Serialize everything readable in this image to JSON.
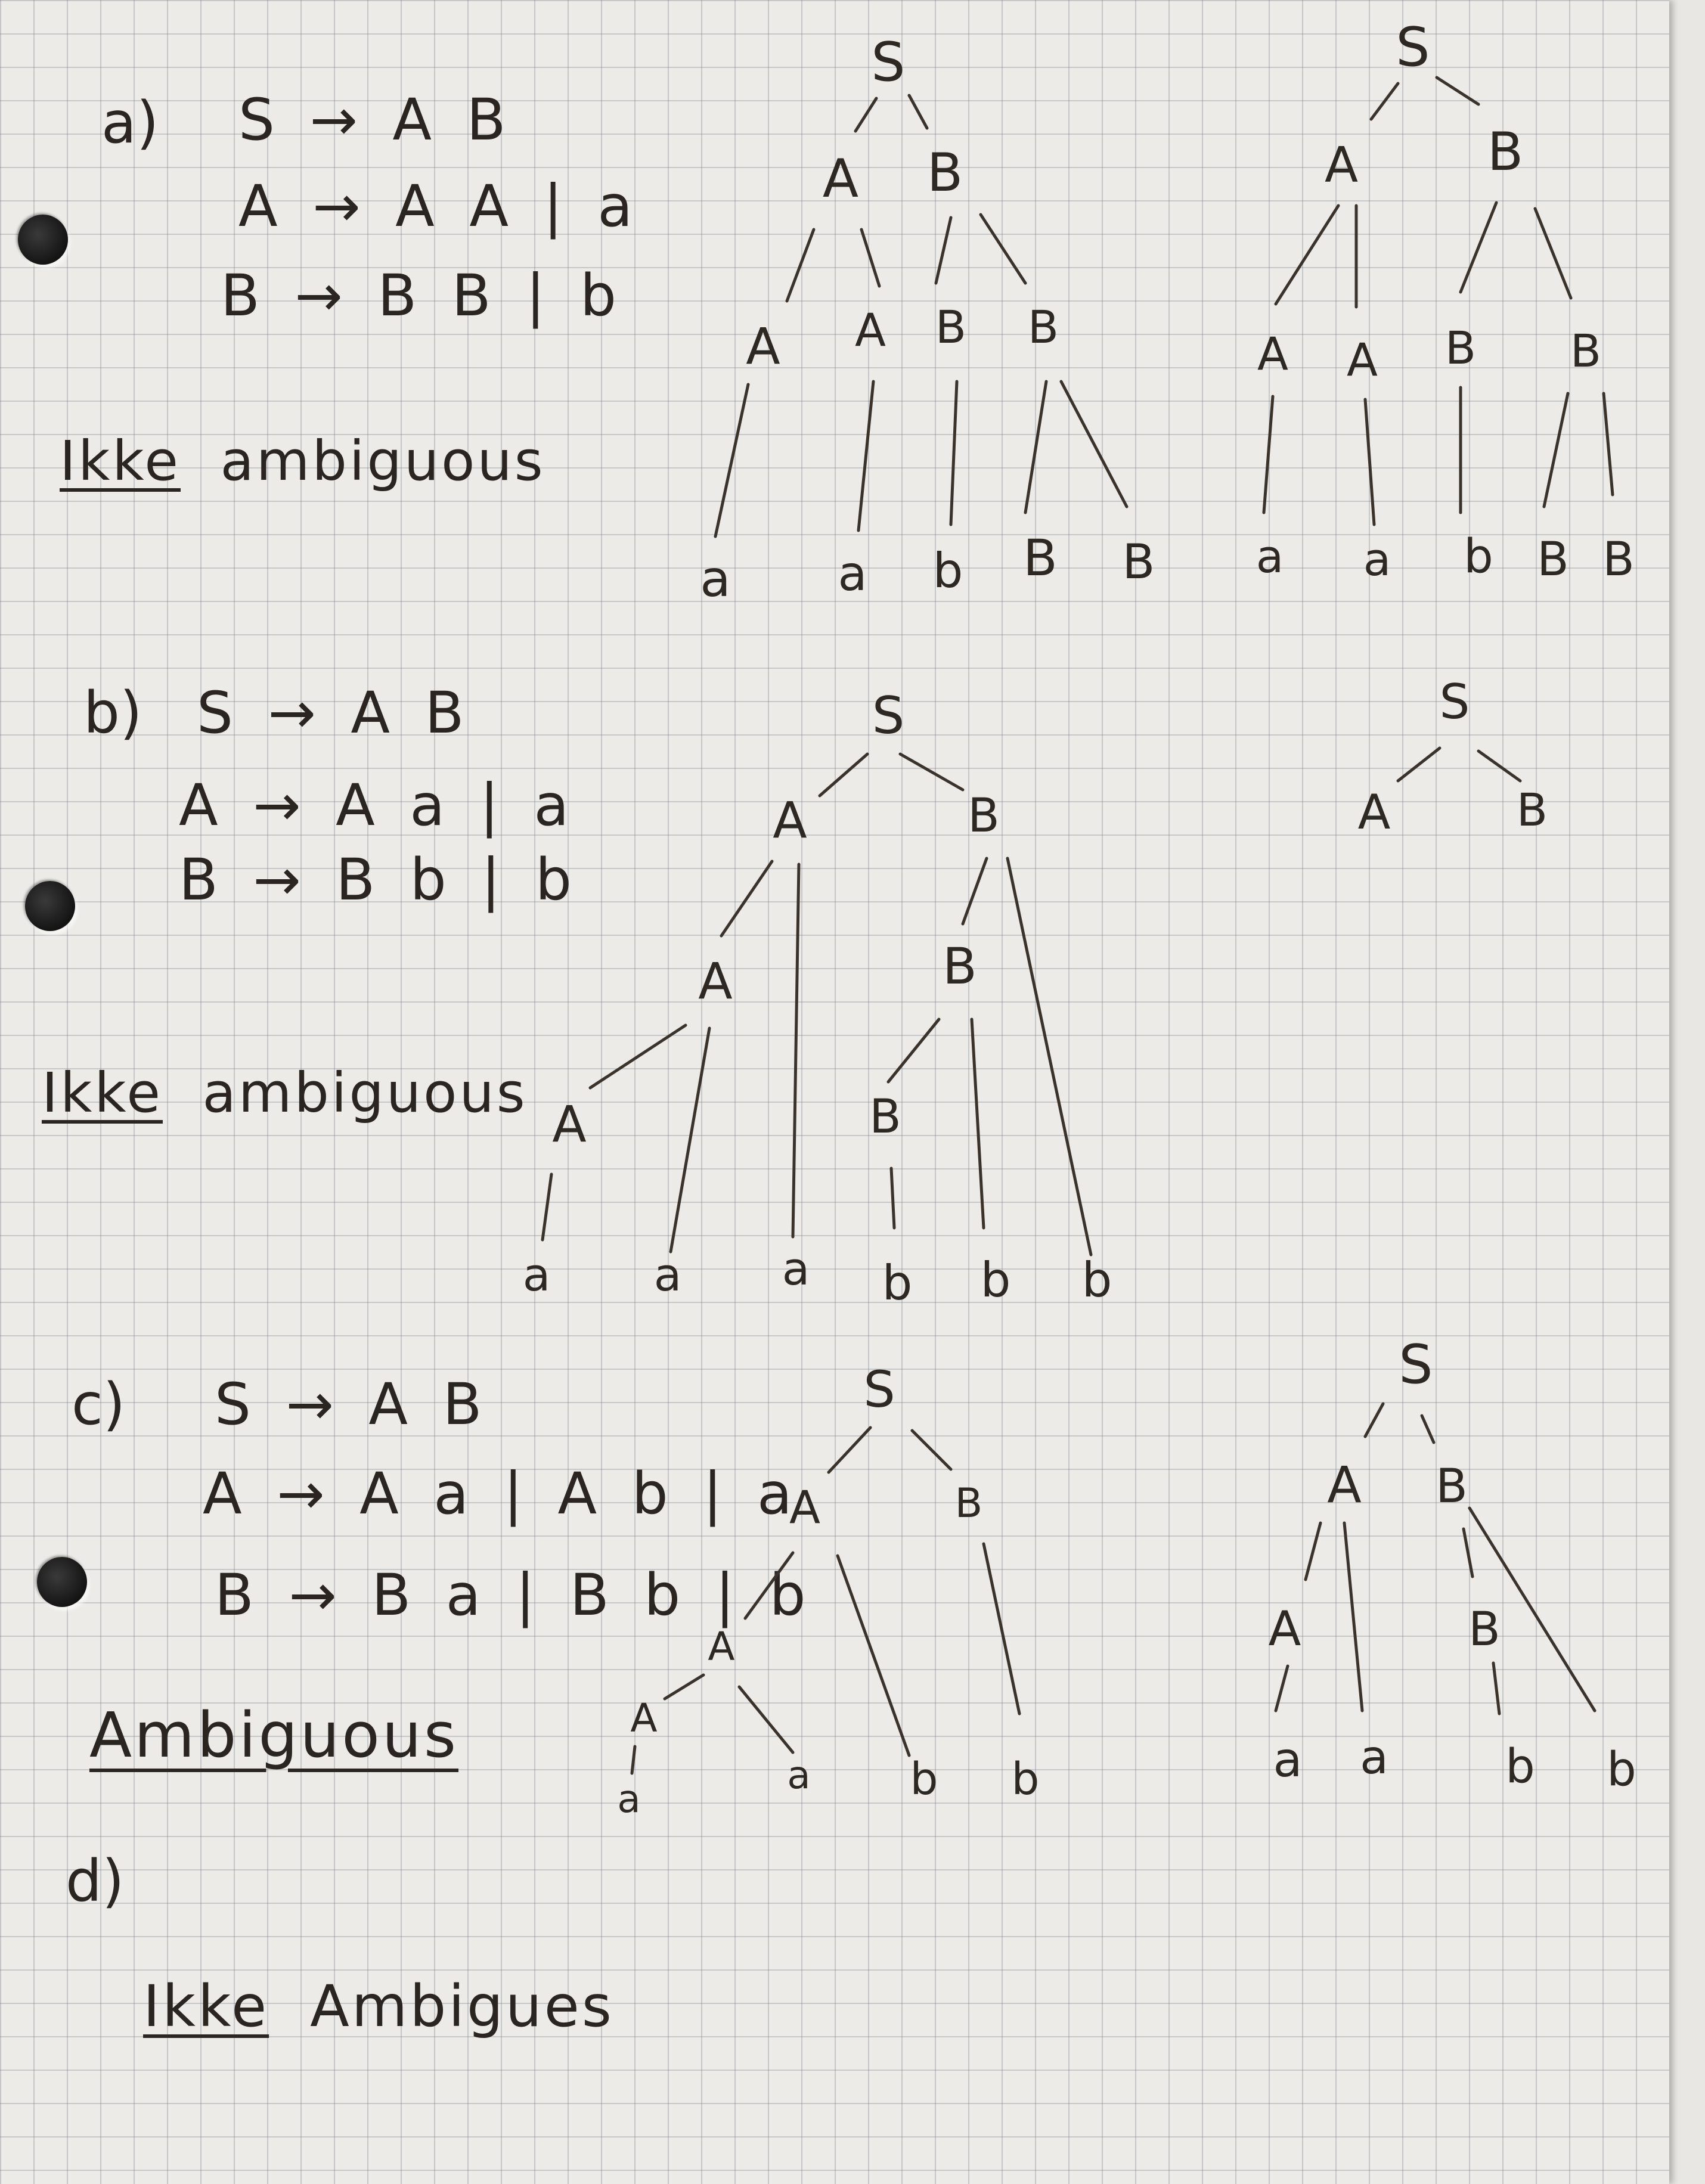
{
  "parts": {
    "a": {
      "label": "a)",
      "rules": [
        "S → A B",
        "A → A A | a",
        "B → B B | b"
      ],
      "note_underlined": "Ikke",
      "note_rest": "ambiguous"
    },
    "b": {
      "label": "b)",
      "rules": [
        "S → A B",
        "A → A a | a",
        "B → B b | b"
      ],
      "note_underlined": "Ikke",
      "note_rest": "ambiguous"
    },
    "c": {
      "label": "c)",
      "rules": [
        "S → A B",
        "A → A a | A b | a",
        "B → B a | B b | b"
      ],
      "note": "Ambiguous"
    },
    "d": {
      "label": "d)",
      "note_underlined": "Ikke",
      "note_rest": "Ambigues"
    }
  },
  "tree_labels": [
    "S",
    "A",
    "B",
    "a",
    "b"
  ]
}
